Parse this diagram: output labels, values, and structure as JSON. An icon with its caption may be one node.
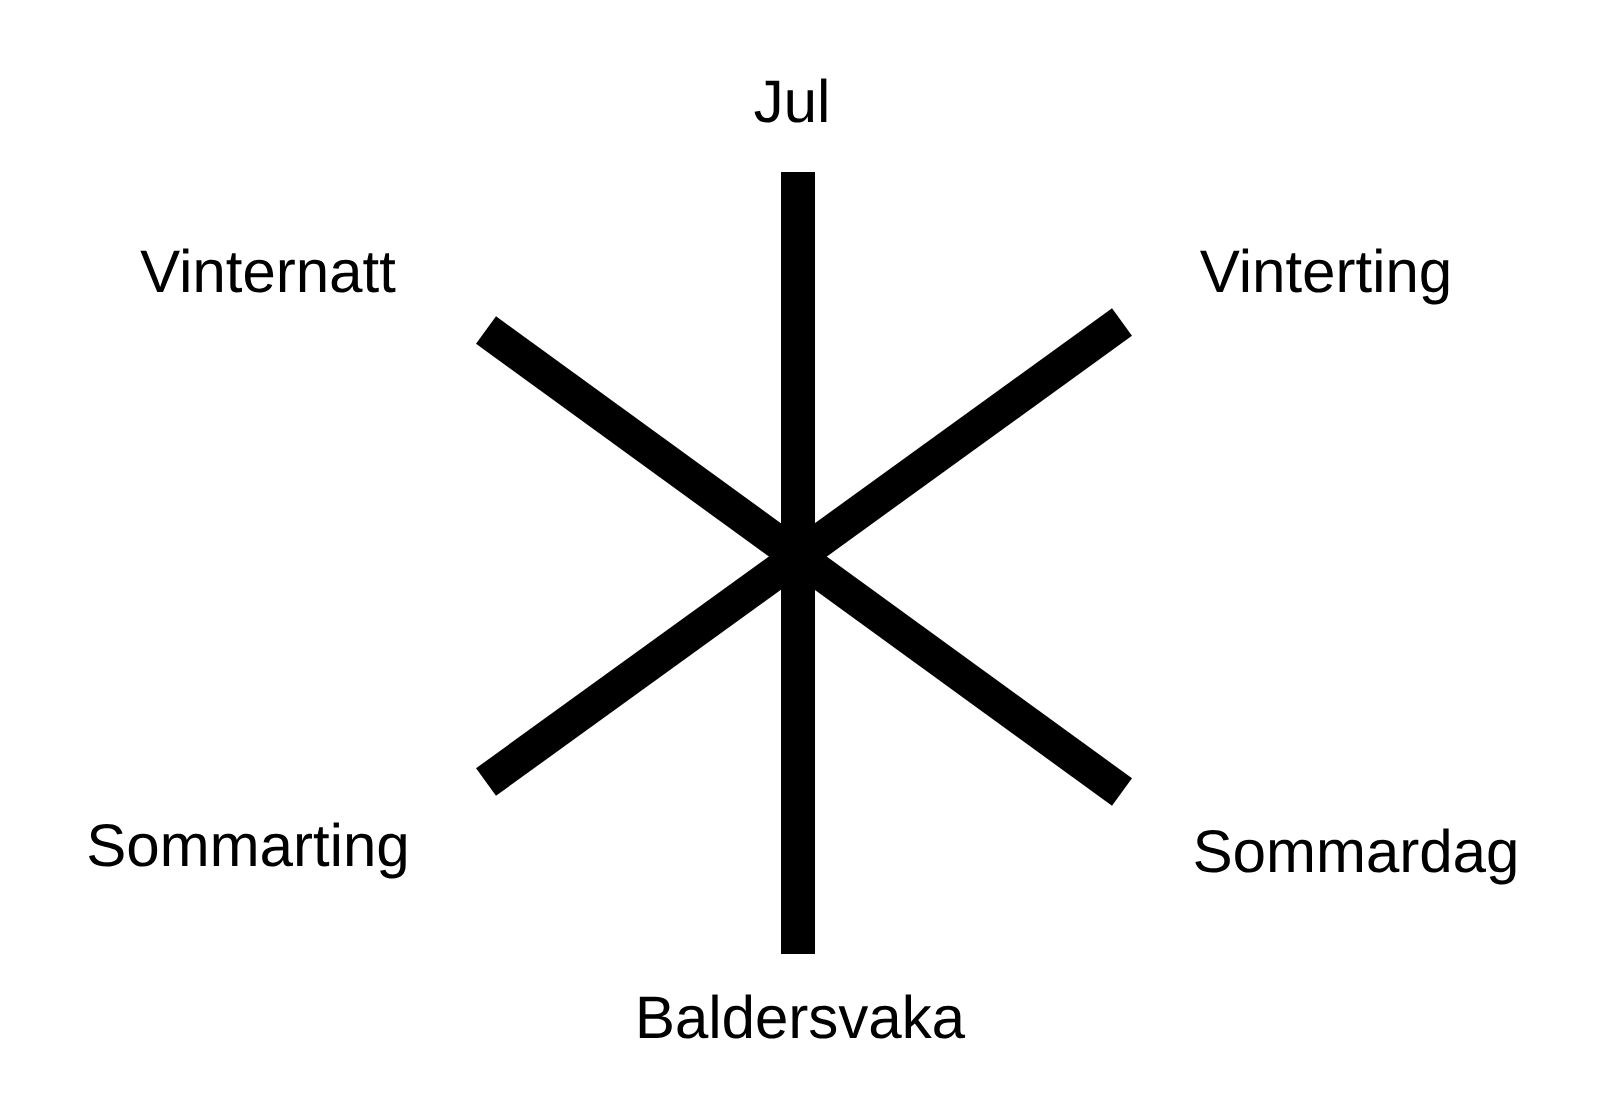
{
  "diagram": {
    "labels": [
      "Jul",
      "Vinternatt",
      "Vinterting",
      "Sommarting",
      "Sommardag",
      "Baldersvaka"
    ]
  }
}
